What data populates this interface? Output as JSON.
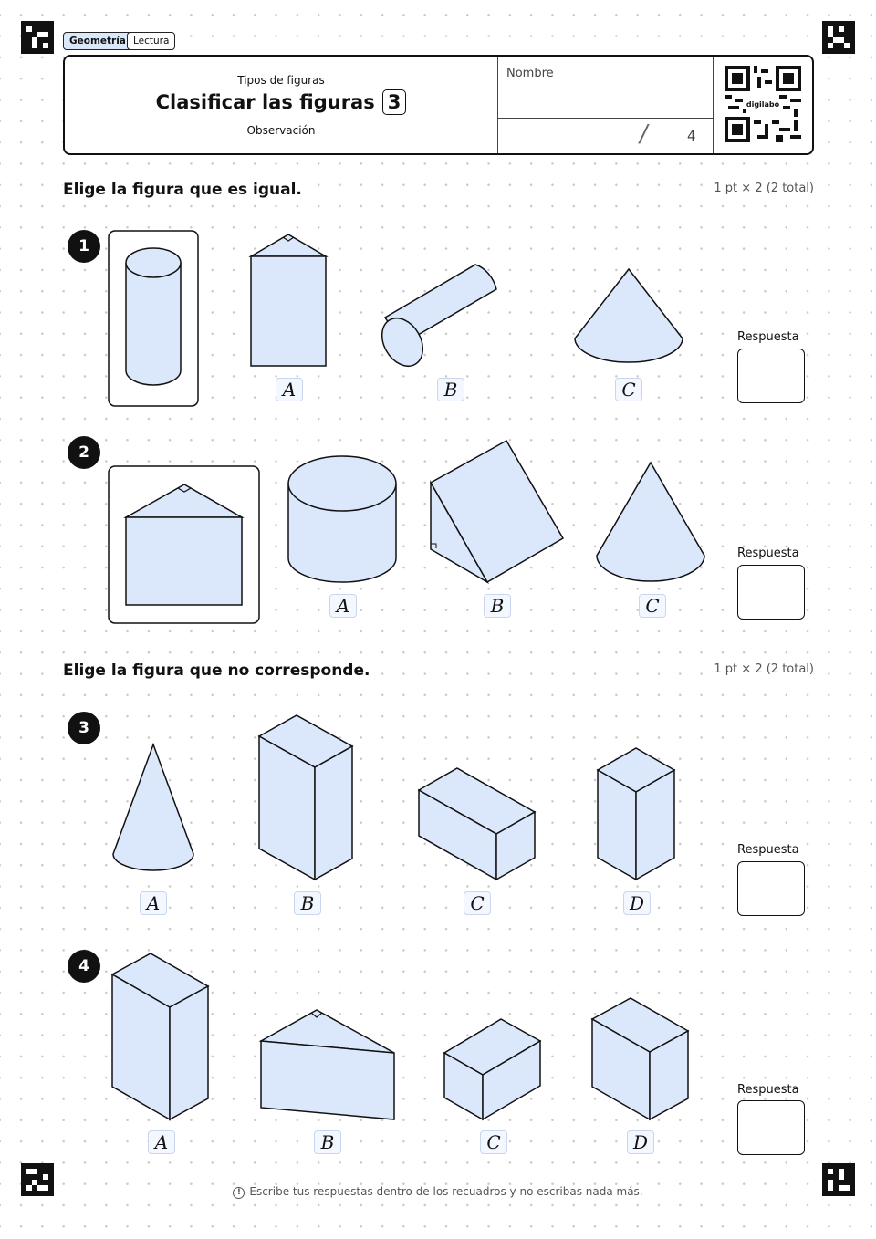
{
  "tags": [
    "Geometría",
    "Lectura"
  ],
  "header": {
    "subtitle": "Tipos de figuras",
    "title": "Clasificar las figuras",
    "number": "3",
    "mode": "Observación",
    "name_label": "Nombre",
    "score_separator": "/",
    "score_total": "4",
    "qr_label": "digilabo"
  },
  "sections": [
    {
      "title": "Elige la figura que es igual.",
      "points": "1 pt × 2 (2 total)"
    },
    {
      "title": "Elige la figura que no corresponde.",
      "points": "1 pt × 2 (2 total)"
    }
  ],
  "questions": [
    {
      "number": "1",
      "reference_shape": "cylinder",
      "options": [
        {
          "label": "A",
          "shape": "triangular-prism"
        },
        {
          "label": "B",
          "shape": "cylinder-lying"
        },
        {
          "label": "C",
          "shape": "cone"
        }
      ],
      "answer_label": "Respuesta"
    },
    {
      "number": "2",
      "reference_shape": "triangular-prism",
      "options": [
        {
          "label": "A",
          "shape": "cylinder"
        },
        {
          "label": "B",
          "shape": "triangular-prism"
        },
        {
          "label": "C",
          "shape": "cone"
        }
      ],
      "answer_label": "Respuesta"
    },
    {
      "number": "3",
      "options": [
        {
          "label": "A",
          "shape": "cone"
        },
        {
          "label": "B",
          "shape": "rectangular-prism"
        },
        {
          "label": "C",
          "shape": "rectangular-prism"
        },
        {
          "label": "D",
          "shape": "rectangular-prism"
        }
      ],
      "answer_label": "Respuesta"
    },
    {
      "number": "4",
      "options": [
        {
          "label": "A",
          "shape": "rectangular-prism"
        },
        {
          "label": "B",
          "shape": "triangular-prism"
        },
        {
          "label": "C",
          "shape": "rectangular-prism"
        },
        {
          "label": "D",
          "shape": "cube"
        }
      ],
      "answer_label": "Respuesta"
    }
  ],
  "footer": {
    "icon": "info-icon",
    "text": "Escribe tus respuestas dentro de los recuadros y no escribas nada más."
  },
  "colors": {
    "shape_fill": "#dbe8fb",
    "stroke": "#111111",
    "label_bg": "#f3f7ff"
  }
}
